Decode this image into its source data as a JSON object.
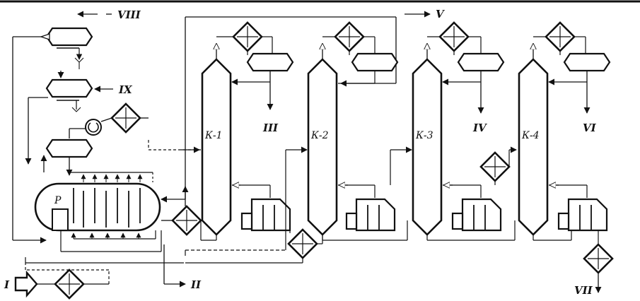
{
  "colors": {
    "line": "#111111",
    "background": "#ffffff"
  },
  "vessel": {
    "label": "P"
  },
  "columns": [
    {
      "label": "К-1"
    },
    {
      "label": "К-2"
    },
    {
      "label": "К-3"
    },
    {
      "label": "К-4"
    }
  ],
  "streams": {
    "I": "I",
    "II": "II",
    "III": "III",
    "IV": "IV",
    "V": "V",
    "VI": "VI",
    "VII": "VII",
    "VIII": "VIII",
    "IX": "IX"
  },
  "icons": [
    "heat-exchanger-icon",
    "pump-icon",
    "reboiler-icon",
    "reflux-drum-icon",
    "distillation-column-icon",
    "reactor-vessel-icon",
    "inlet-arrow-icon"
  ]
}
